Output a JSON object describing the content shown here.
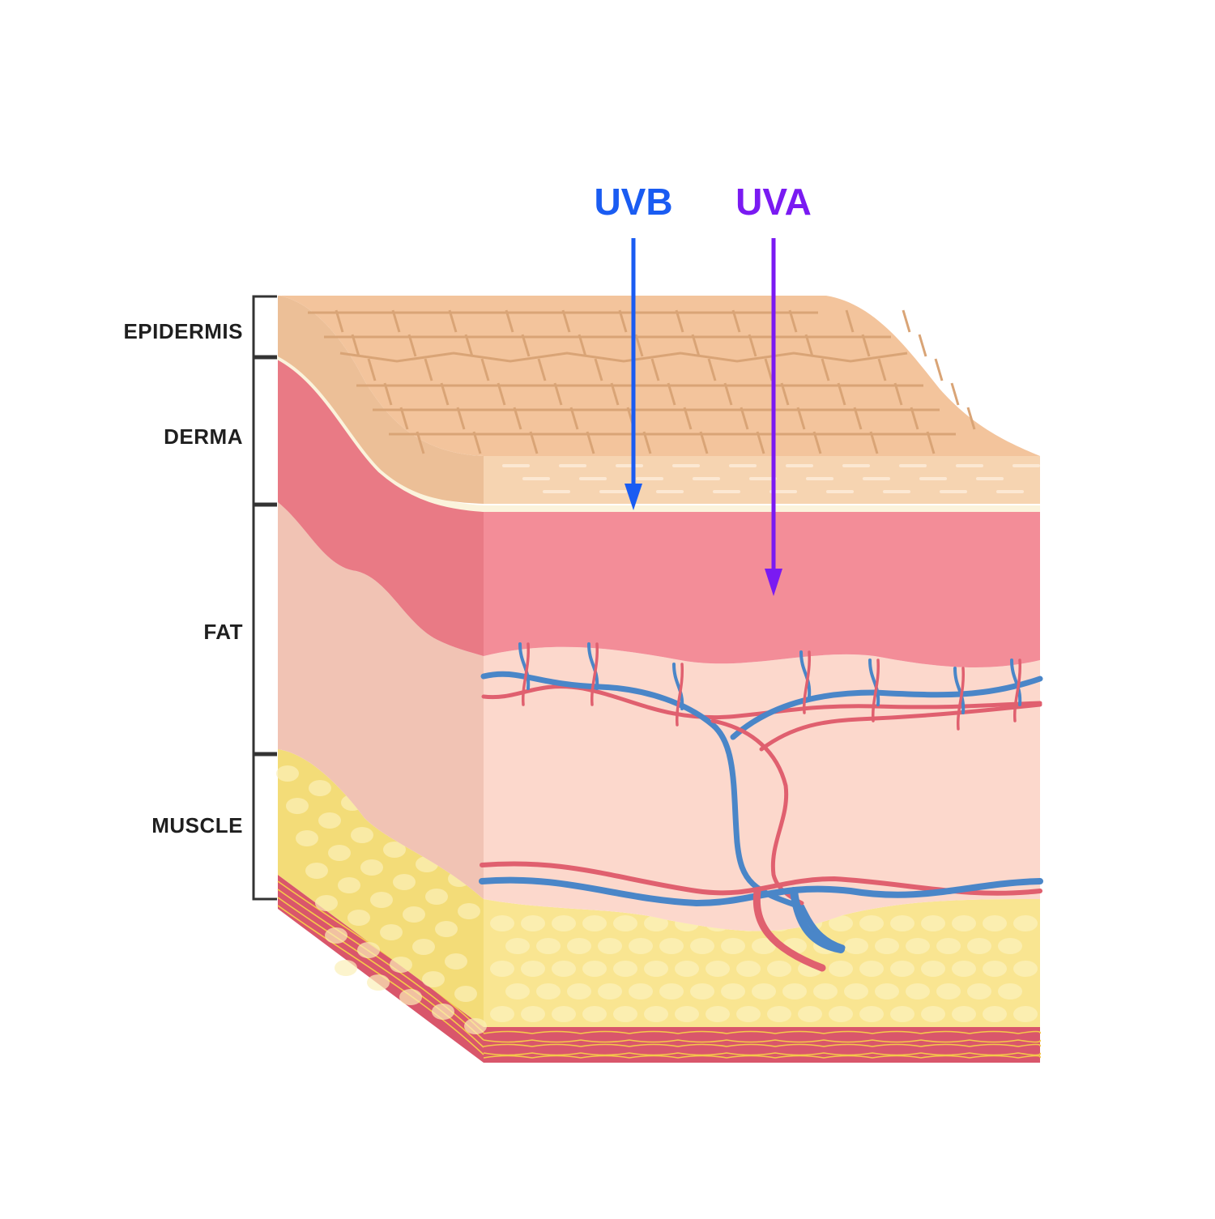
{
  "layers": [
    {
      "id": "epidermis",
      "label": "EPIDERMIS"
    },
    {
      "id": "derma",
      "label": "DERMA"
    },
    {
      "id": "fat",
      "label": "FAT"
    },
    {
      "id": "muscle",
      "label": "MUSCLE"
    }
  ],
  "rays": [
    {
      "id": "uvb",
      "label": "UVB",
      "color": "#1a5cf2"
    },
    {
      "id": "uva",
      "label": "UVA",
      "color": "#7a1af2"
    }
  ],
  "colors": {
    "epidermis_top": "#f3c49c",
    "epidermis_cell_line": "#d9a476",
    "epidermis_front": "#f6d4b1",
    "basal_line": "#fbf3dc",
    "derma_front": "#f38d98",
    "derma_side": "#e97a85",
    "fat_front": "#fcd8cc",
    "fat_side": "#f1c3b4",
    "muscle_front": "#f9e591",
    "muscle_side": "#f3dc78",
    "muscle_spot": "#fbf0b8",
    "base_red": "#d9566b",
    "base_yellow": "#f5c94a",
    "artery": "#e0606f",
    "vein": "#4a86c8",
    "bracket": "#333333"
  }
}
